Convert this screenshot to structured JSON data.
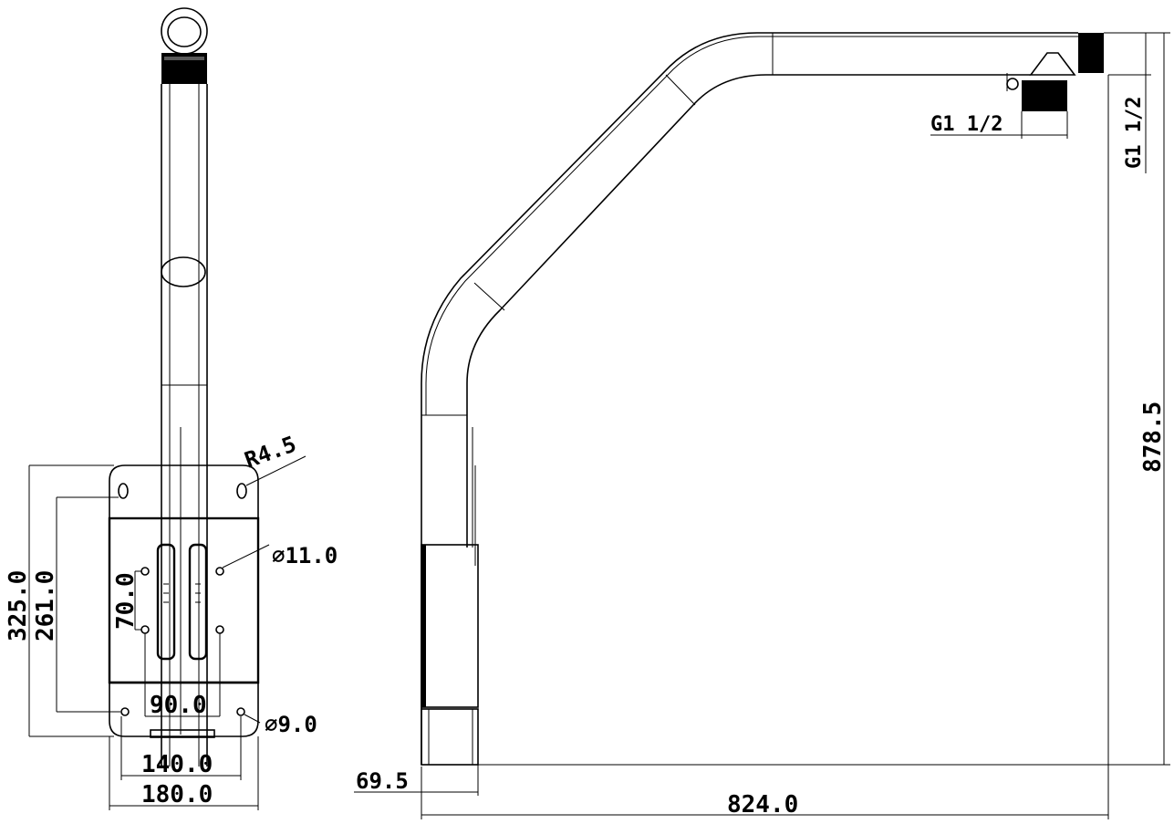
{
  "dimensions": {
    "radius_corner": "R4.5",
    "hole_large": "⌀11.0",
    "hole_small": "⌀9.0",
    "height_total": "325.0",
    "height_hole_spacing": "261.0",
    "height_inner_spacing": "70.0",
    "width_inner_spacing": "90.0",
    "width_hole_spacing": "140.0",
    "width_plate": "180.0",
    "side_wall_offset": "69.5",
    "arm_length": "824.0",
    "arm_height": "878.5",
    "thread_outlet": "G1 1/2",
    "thread_inlet": "G1 1/2"
  },
  "colors": {
    "line": "#000000",
    "background": "#ffffff"
  }
}
